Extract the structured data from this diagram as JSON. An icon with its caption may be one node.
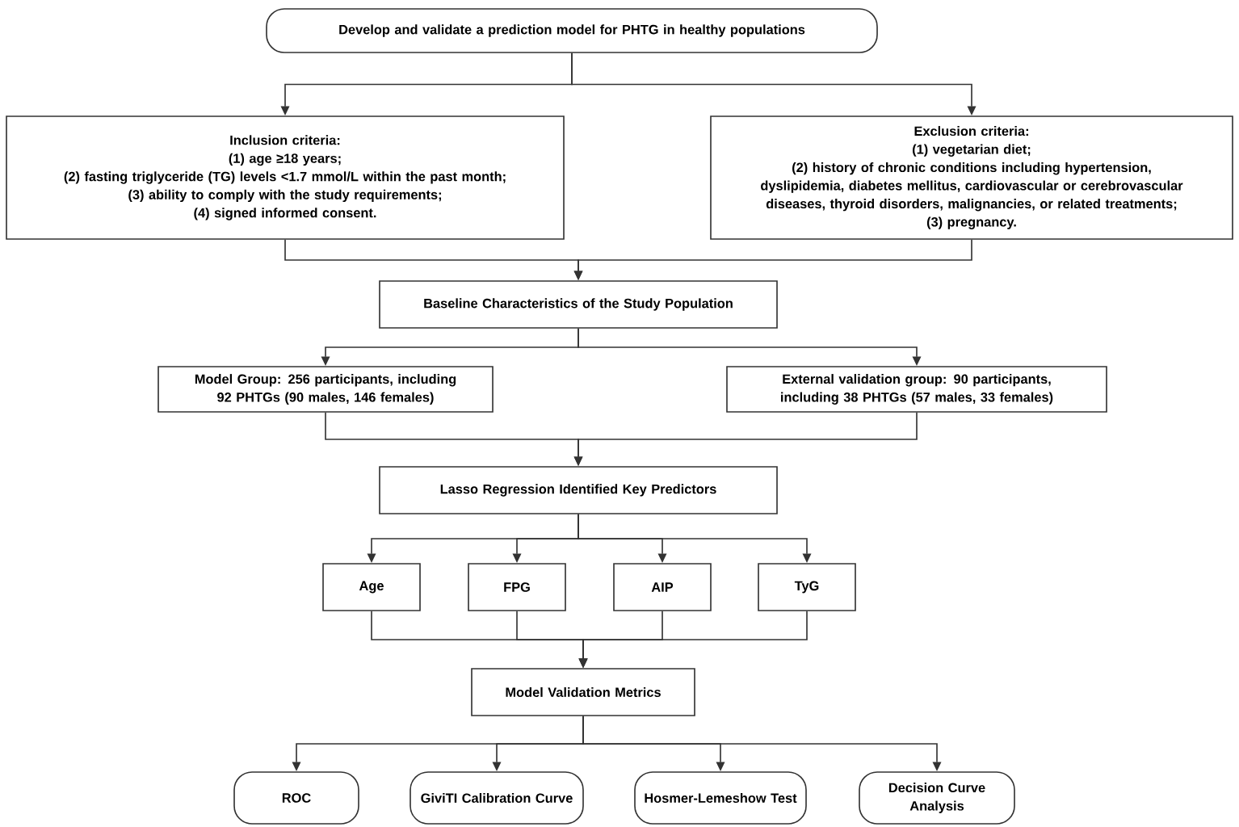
{
  "diagram": {
    "nodes": [
      {
        "text": [
          "Develop and validate a prediction model for PHTG in healthy populations"
        ]
      },
      {
        "text": [
          "Inclusion criteria:",
          "(1) age ≥18 years;",
          "(2) fasting triglyceride (TG) levels <1.7 mmol/L within the past month;",
          "(3) ability to comply with the study requirements;",
          "(4) signed informed consent."
        ]
      },
      {
        "text": [
          "Exclusion criteria:",
          "(1) vegetarian diet;",
          "(2) history of chronic conditions including hypertension, dyslipidemia, diabetes mellitus, cardiovascular or cerebrovascular diseases, thyroid disorders, malignancies, or related treatments;",
          "(3) pregnancy."
        ]
      },
      {
        "text": [
          "Baseline Characteristics of the Study Population"
        ]
      },
      {
        "text": [
          "Model Group: 256 participants, including 92 PHTGs (90 males, 146 females)"
        ]
      },
      {
        "text": [
          "External validation group: 90 participants, including 38 PHTGs (57 males, 33 females)"
        ]
      },
      {
        "text": [
          "Lasso Regression Identified Key Predictors"
        ]
      },
      {
        "text": [
          "Age"
        ]
      },
      {
        "text": [
          "FPG"
        ]
      },
      {
        "text": [
          "AIP"
        ]
      },
      {
        "text": [
          "TyG"
        ]
      },
      {
        "text": [
          "Model Validation Metrics"
        ]
      },
      {
        "text": [
          "ROC"
        ]
      },
      {
        "text": [
          "GiviTI Calibration Curve"
        ]
      },
      {
        "text": [
          "Hosmer-Lemeshow Test"
        ]
      },
      {
        "text": [
          "Decision Curve Analysis"
        ]
      }
    ],
    "edges": [
      {
        "from": 0,
        "to": 1,
        "arrow": "to"
      },
      {
        "from": 0,
        "to": 2,
        "arrow": "to"
      },
      {
        "from": 1,
        "to": 3,
        "arrow": "to"
      },
      {
        "from": 2,
        "to": 3,
        "arrow": "to"
      },
      {
        "from": 3,
        "to": 4,
        "arrow": "to"
      },
      {
        "from": 3,
        "to": 5,
        "arrow": "to"
      },
      {
        "from": 4,
        "to": 6,
        "arrow": "to"
      },
      {
        "from": 5,
        "to": 6,
        "arrow": "to"
      },
      {
        "from": 6,
        "to": 7,
        "arrow": "to"
      },
      {
        "from": 6,
        "to": 8,
        "arrow": "to"
      },
      {
        "from": 6,
        "to": 9,
        "arrow": "to"
      },
      {
        "from": 6,
        "to": 10,
        "arrow": "to"
      },
      {
        "from": 7,
        "to": 11,
        "arrow": "to"
      },
      {
        "from": 8,
        "to": 11,
        "arrow": "to"
      },
      {
        "from": 9,
        "to": 11,
        "arrow": "to"
      },
      {
        "from": 10,
        "to": 11,
        "arrow": "to"
      },
      {
        "from": 11,
        "to": 12,
        "arrow": "to"
      },
      {
        "from": 11,
        "to": 13,
        "arrow": "to"
      },
      {
        "from": 11,
        "to": 14,
        "arrow": "to"
      },
      {
        "from": 11,
        "to": 15,
        "arrow": "to"
      }
    ]
  }
}
